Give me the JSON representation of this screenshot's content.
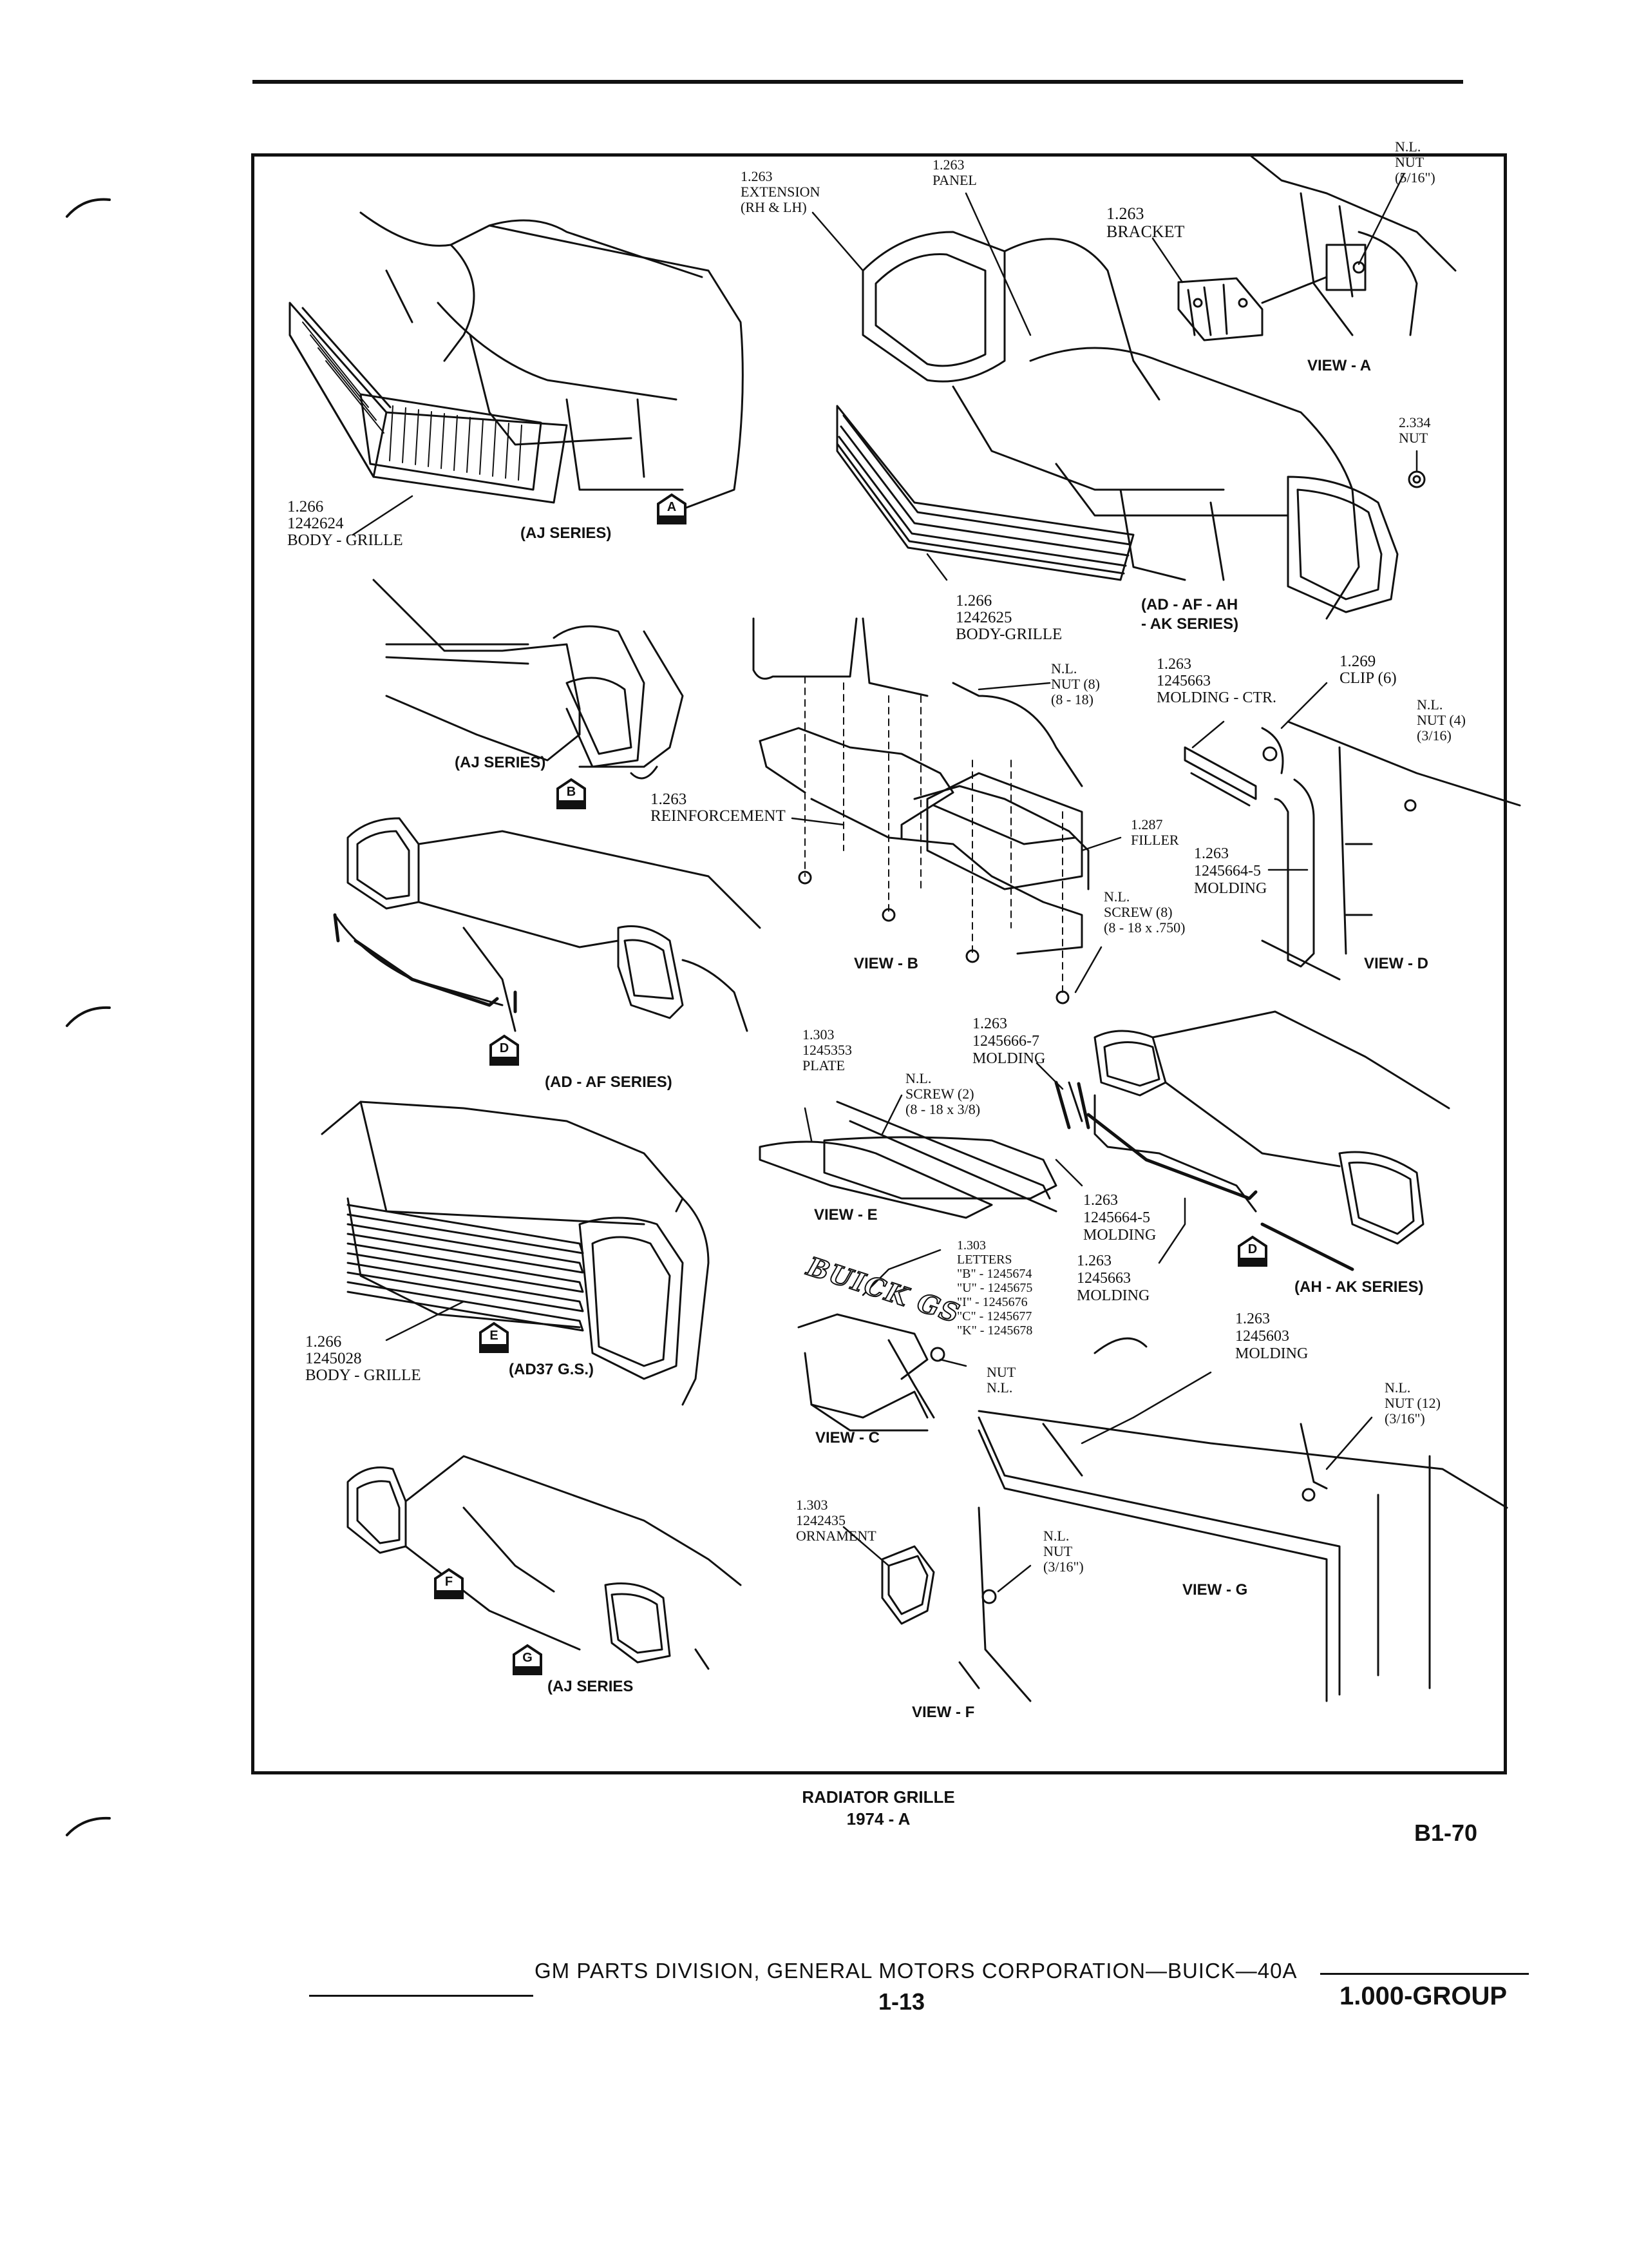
{
  "page": {
    "figure_caption_line1": "RADIATOR GRILLE",
    "figure_caption_line2": "1974 - A",
    "figure_code": "B1-70",
    "footer_text": "GM PARTS DIVISION, GENERAL MOTORS CORPORATION—BUICK—40A",
    "page_number": "1-13",
    "group": "1.000-GROUP"
  },
  "callouts": {
    "extension": "1.263\nEXTENSION\n(RH & LH)",
    "panel": "1.263\nPANEL",
    "bracket": "1.263\nBRACKET",
    "nut_view_a": "N.L.\nNUT\n(5/16\")",
    "nut_2334": "2.334\nNUT",
    "grille_1242624": "1.266\n1242624\nBODY - GRILLE",
    "grille_1242625": "1.266\n1242625\nBODY-GRILLE",
    "nut_8": "N.L.\nNUT (8)\n(8 - 18)",
    "molding_ctr": "1.263\n1245663\nMOLDING - CTR.",
    "clip": "1.269\nCLIP (6)",
    "nut_4": "N.L.\nNUT (4)\n(3/16)",
    "reinforcement": "1.263\nREINFORCEMENT",
    "filler": "1.287\nFILLER",
    "molding_1245664_d": "1.263\n1245664-5\nMOLDING",
    "screw_8": "N.L.\nSCREW (8)\n(8 - 18 x .750)",
    "plate": "1.303\n1245353\nPLATE",
    "molding_1245666": "1.263\n1245666-7\nMOLDING",
    "screw_2": "N.L.\nSCREW (2)\n(8 - 18 x 3/8)",
    "molding_1245664_e": "1.263\n1245664-5\nMOLDING",
    "letters": "1.303\nLETTERS\n\"B\" - 1245674\n\"U\" - 1245675\n\"I\" - 1245676\n\"C\" - 1245677\n\"K\" - 1245678",
    "molding_1245663": "1.263\n1245663\nMOLDING",
    "grille_1245028": "1.266\n1245028\nBODY - GRILLE",
    "nut_view_c": "NUT\nN.L.",
    "molding_1245603": "1.263\n1245603\nMOLDING",
    "nut_12": "N.L.\nNUT (12)\n(3/16\")",
    "ornament": "1.303\n1242435\nORNAMENT",
    "nut_view_f": "N.L.\nNUT\n(3/16\")"
  },
  "series_labels": {
    "aj_1": "(AJ SERIES)",
    "ad_af_ah_ak": "(AD - AF - AH\n- AK SERIES)",
    "aj_2": "(AJ SERIES)",
    "ad_af": "(AD - AF SERIES)",
    "ah_ak": "(AH - AK SERIES)",
    "ad37": "(AD37 G.S.)",
    "aj_3": "(AJ SERIES"
  },
  "views": {
    "a": "VIEW - A",
    "b": "VIEW - B",
    "c": "VIEW - C",
    "d": "VIEW - D",
    "e": "VIEW - E",
    "f": "VIEW - F",
    "g": "VIEW - G"
  },
  "view_markers": {
    "a": "A",
    "b": "B",
    "d1": "D",
    "d2": "D",
    "e": "E",
    "f": "F",
    "g": "G"
  },
  "emblem_text": "BUICK GS"
}
